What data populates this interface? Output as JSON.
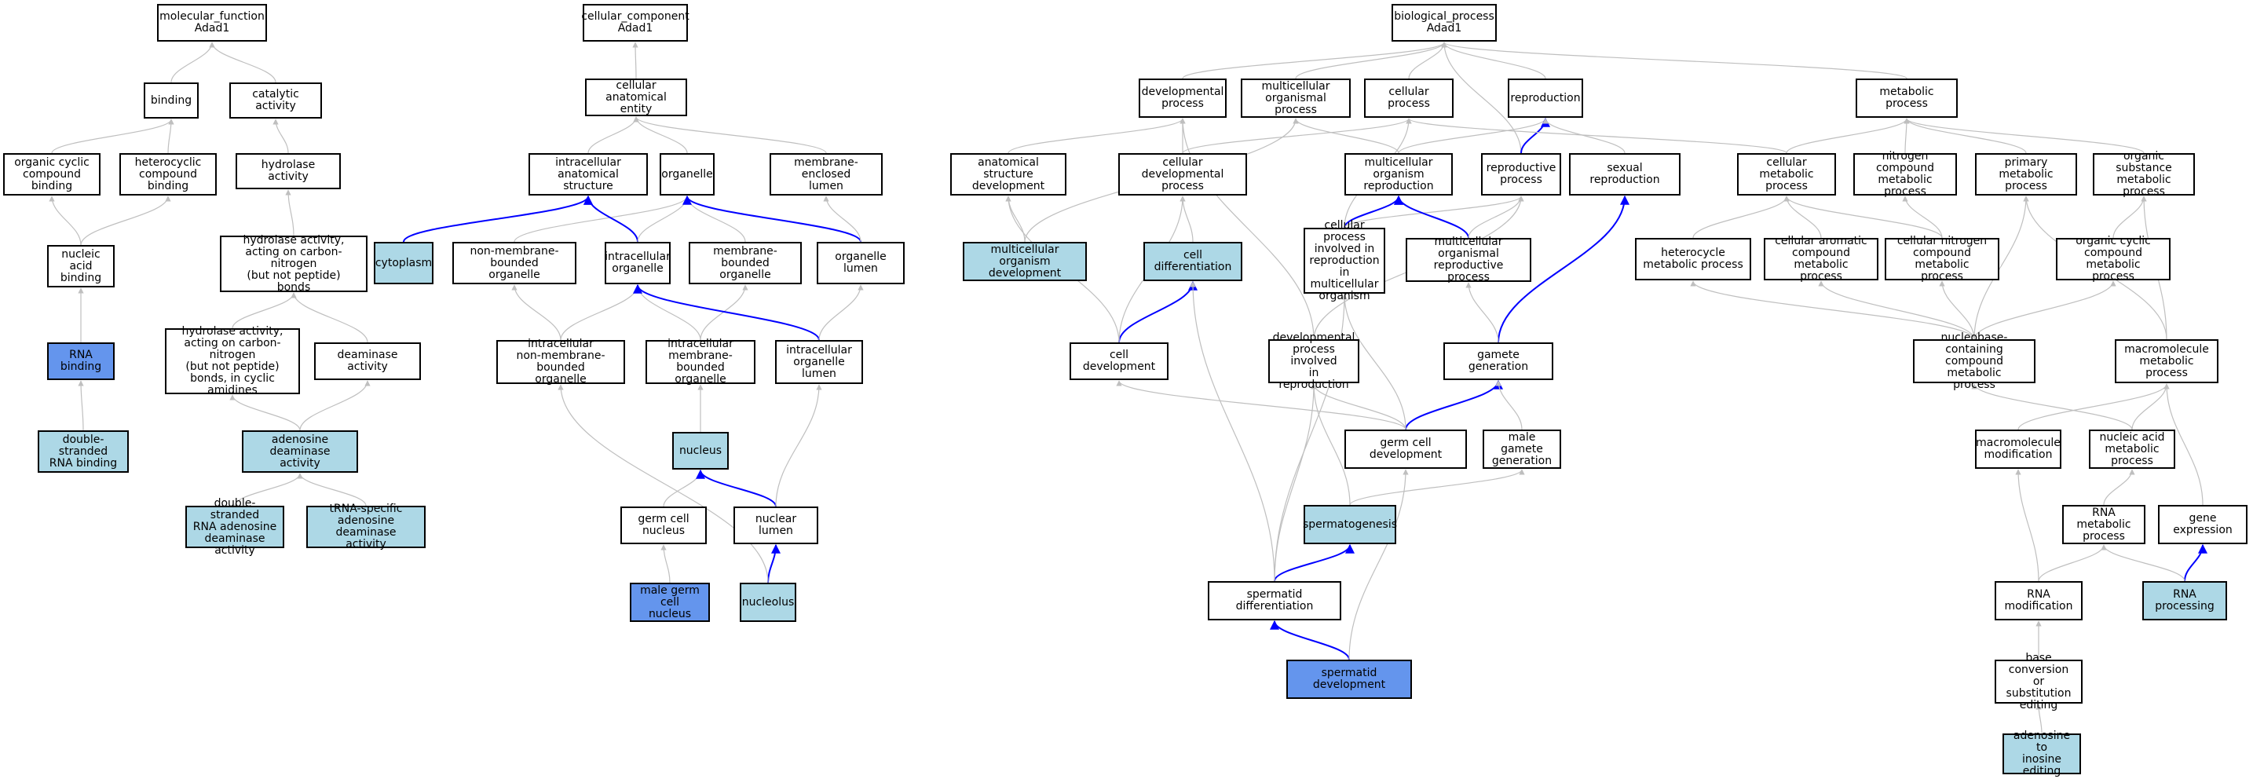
{
  "colors": {
    "edge_default": "#bfbfbf",
    "edge_highlight": "#0000ff",
    "node_plain": "#ffffff",
    "node_annotated": "#add8e6",
    "node_primary": "#6495ed"
  },
  "nodes": [
    {
      "id": "mf_root",
      "label": "molecular_function\nAdad1"
    },
    {
      "id": "binding",
      "label": "binding"
    },
    {
      "id": "catalytic",
      "label": "catalytic activity"
    },
    {
      "id": "org_cyclic_binding",
      "label": "organic cyclic\ncompound binding"
    },
    {
      "id": "heterocyclic_binding",
      "label": "heterocyclic\ncompound binding"
    },
    {
      "id": "hydrolase",
      "label": "hydrolase activity"
    },
    {
      "id": "nucleic_acid_binding",
      "label": "nucleic acid\nbinding"
    },
    {
      "id": "hydrolase_cn",
      "label": "hydrolase activity,\nacting on carbon-nitrogen\n(but not peptide)\nbonds"
    },
    {
      "id": "rna_binding",
      "label": "RNA binding",
      "style": "strong"
    },
    {
      "id": "hydrolase_cn_cyclic",
      "label": "hydrolase activity,\nacting on carbon-nitrogen\n(but not peptide)\nbonds, in cyclic\namidines"
    },
    {
      "id": "deaminase",
      "label": "deaminase activity"
    },
    {
      "id": "ds_rna_binding",
      "label": "double-stranded\nRNA binding",
      "style": "light"
    },
    {
      "id": "adenosine_deaminase",
      "label": "adenosine deaminase\nactivity",
      "style": "light"
    },
    {
      "id": "ds_rna_adenosine",
      "label": "double-stranded\nRNA adenosine\ndeaminase activity",
      "style": "light"
    },
    {
      "id": "trna_adenosine",
      "label": "tRNA-specific\nadenosine deaminase\nactivity",
      "style": "light"
    },
    {
      "id": "cc_root",
      "label": "cellular_component\nAdad1"
    },
    {
      "id": "cell_anat_entity",
      "label": "cellular anatomical\nentity"
    },
    {
      "id": "intracell_anat",
      "label": "intracellular\nanatomical structure"
    },
    {
      "id": "organelle",
      "label": "organelle"
    },
    {
      "id": "membrane_enclosed",
      "label": "membrane-enclosed\nlumen"
    },
    {
      "id": "cytoplasm",
      "label": "cytoplasm",
      "style": "light"
    },
    {
      "id": "non_membrane_org",
      "label": "non-membrane-bounded\norganelle"
    },
    {
      "id": "intracell_org",
      "label": "intracellular\norganelle"
    },
    {
      "id": "membrane_bounded_org",
      "label": "membrane-bounded\norganelle"
    },
    {
      "id": "organelle_lumen",
      "label": "organelle lumen"
    },
    {
      "id": "intra_non_membrane",
      "label": "intracellular\nnon-membrane-bounded\norganelle"
    },
    {
      "id": "intra_membrane",
      "label": "intracellular\nmembrane-bounded\norganelle"
    },
    {
      "id": "intra_org_lumen",
      "label": "intracellular\norganelle lumen"
    },
    {
      "id": "nucleus",
      "label": "nucleus",
      "style": "light"
    },
    {
      "id": "germ_cell_nucleus",
      "label": "germ cell nucleus"
    },
    {
      "id": "nuclear_lumen",
      "label": "nuclear lumen"
    },
    {
      "id": "male_germ_nucleus",
      "label": "male germ cell\nnucleus",
      "style": "strong"
    },
    {
      "id": "nucleolus",
      "label": "nucleolus",
      "style": "light"
    },
    {
      "id": "bp_root",
      "label": "biological_process\nAdad1"
    },
    {
      "id": "dev_process",
      "label": "developmental\nprocess"
    },
    {
      "id": "multicell_process",
      "label": "multicellular\norganismal process"
    },
    {
      "id": "cellular_process",
      "label": "cellular process"
    },
    {
      "id": "reproduction",
      "label": "reproduction"
    },
    {
      "id": "metabolic_process",
      "label": "metabolic process"
    },
    {
      "id": "anat_struct_dev",
      "label": "anatomical structure\ndevelopment"
    },
    {
      "id": "cell_dev_process",
      "label": "cellular developmental\nprocess"
    },
    {
      "id": "multicell_repro",
      "label": "multicellular\norganism reproduction"
    },
    {
      "id": "repro_process",
      "label": "reproductive\nprocess"
    },
    {
      "id": "sexual_repro",
      "label": "sexual reproduction"
    },
    {
      "id": "cell_metabolic",
      "label": "cellular metabolic\nprocess"
    },
    {
      "id": "nitrogen_metabolic",
      "label": "nitrogen compound\nmetabolic process"
    },
    {
      "id": "primary_metabolic",
      "label": "primary metabolic\nprocess"
    },
    {
      "id": "organic_subst_metabolic",
      "label": "organic substance\nmetabolic process"
    },
    {
      "id": "multicell_org_dev",
      "label": "multicellular\norganism development",
      "style": "light"
    },
    {
      "id": "cell_diff",
      "label": "cell differentiation",
      "style": "light"
    },
    {
      "id": "cp_in_multicell",
      "label": "cellular process\ninvolved in\nreproduction\nin multicellular\norganism"
    },
    {
      "id": "multicell_repro_process",
      "label": "multicellular\norganismal reproductive\nprocess"
    },
    {
      "id": "heterocycle_metabolic",
      "label": "heterocycle\nmetabolic process"
    },
    {
      "id": "cell_aromatic_metabolic",
      "label": "cellular aromatic\ncompound metabolic\nprocess"
    },
    {
      "id": "cell_nitrogen_metabolic",
      "label": "cellular nitrogen\ncompound metabolic\nprocess"
    },
    {
      "id": "organic_cyclic_metabolic",
      "label": "organic cyclic\ncompound metabolic\nprocess"
    },
    {
      "id": "cell_development",
      "label": "cell development"
    },
    {
      "id": "dev_in_repro",
      "label": "developmental\nprocess involved\nin reproduction"
    },
    {
      "id": "gamete_gen",
      "label": "gamete generation"
    },
    {
      "id": "nucleobase_metabolic",
      "label": "nucleobase-containing\ncompound metabolic\nprocess"
    },
    {
      "id": "macromolecule_metabolic",
      "label": "macromolecule\nmetabolic process"
    },
    {
      "id": "germ_cell_dev",
      "label": "germ cell development"
    },
    {
      "id": "male_gamete_gen",
      "label": "male gamete\ngeneration"
    },
    {
      "id": "macromolecule_mod",
      "label": "macromolecule\nmodification"
    },
    {
      "id": "nucleic_acid_metabolic",
      "label": "nucleic acid\nmetabolic process"
    },
    {
      "id": "spermatogenesis",
      "label": "spermatogenesis",
      "style": "light"
    },
    {
      "id": "rna_metabolic",
      "label": "RNA metabolic\nprocess"
    },
    {
      "id": "gene_expression",
      "label": "gene expression"
    },
    {
      "id": "spermatid_diff",
      "label": "spermatid differentiation"
    },
    {
      "id": "rna_modification",
      "label": "RNA modification"
    },
    {
      "id": "rna_processing",
      "label": "RNA processing",
      "style": "light"
    },
    {
      "id": "spermatid_dev",
      "label": "spermatid development",
      "style": "strong"
    },
    {
      "id": "base_conversion",
      "label": "base conversion\nor substitution\nediting"
    },
    {
      "id": "adenosine_inosine",
      "label": "adenosine to\ninosine editing",
      "style": "light"
    }
  ],
  "edges": [
    {
      "from": "binding",
      "to": "mf_root"
    },
    {
      "from": "catalytic",
      "to": "mf_root"
    },
    {
      "from": "org_cyclic_binding",
      "to": "binding"
    },
    {
      "from": "heterocyclic_binding",
      "to": "binding"
    },
    {
      "from": "hydrolase",
      "to": "catalytic"
    },
    {
      "from": "nucleic_acid_binding",
      "to": "org_cyclic_binding"
    },
    {
      "from": "nucleic_acid_binding",
      "to": "heterocyclic_binding"
    },
    {
      "from": "hydrolase_cn",
      "to": "hydrolase"
    },
    {
      "from": "rna_binding",
      "to": "nucleic_acid_binding"
    },
    {
      "from": "hydrolase_cn_cyclic",
      "to": "hydrolase_cn"
    },
    {
      "from": "deaminase",
      "to": "hydrolase_cn"
    },
    {
      "from": "ds_rna_binding",
      "to": "rna_binding"
    },
    {
      "from": "adenosine_deaminase",
      "to": "hydrolase_cn_cyclic"
    },
    {
      "from": "adenosine_deaminase",
      "to": "deaminase"
    },
    {
      "from": "ds_rna_adenosine",
      "to": "adenosine_deaminase"
    },
    {
      "from": "trna_adenosine",
      "to": "adenosine_deaminase"
    },
    {
      "from": "cell_anat_entity",
      "to": "cc_root"
    },
    {
      "from": "intracell_anat",
      "to": "cell_anat_entity"
    },
    {
      "from": "organelle",
      "to": "cell_anat_entity"
    },
    {
      "from": "membrane_enclosed",
      "to": "cell_anat_entity"
    },
    {
      "from": "cytoplasm",
      "to": "intracell_anat",
      "highlight": true
    },
    {
      "from": "non_membrane_org",
      "to": "organelle"
    },
    {
      "from": "intracell_org",
      "to": "intracell_anat",
      "highlight": true
    },
    {
      "from": "intracell_org",
      "to": "organelle"
    },
    {
      "from": "membrane_bounded_org",
      "to": "organelle"
    },
    {
      "from": "organelle_lumen",
      "to": "organelle",
      "highlight": true
    },
    {
      "from": "organelle_lumen",
      "to": "membrane_enclosed"
    },
    {
      "from": "intra_non_membrane",
      "to": "non_membrane_org"
    },
    {
      "from": "intra_non_membrane",
      "to": "intracell_org"
    },
    {
      "from": "intra_membrane",
      "to": "intracell_org"
    },
    {
      "from": "intra_membrane",
      "to": "membrane_bounded_org"
    },
    {
      "from": "intra_org_lumen",
      "to": "intracell_org",
      "highlight": true
    },
    {
      "from": "intra_org_lumen",
      "to": "organelle_lumen"
    },
    {
      "from": "nucleus",
      "to": "intra_membrane"
    },
    {
      "from": "germ_cell_nucleus",
      "to": "nucleus"
    },
    {
      "from": "nuclear_lumen",
      "to": "nucleus",
      "highlight": true
    },
    {
      "from": "nuclear_lumen",
      "to": "intra_org_lumen"
    },
    {
      "from": "male_germ_nucleus",
      "to": "germ_cell_nucleus"
    },
    {
      "from": "nucleolus",
      "to": "nuclear_lumen",
      "highlight": true
    },
    {
      "from": "nucleolus",
      "to": "intra_non_membrane"
    },
    {
      "from": "dev_process",
      "to": "bp_root"
    },
    {
      "from": "multicell_process",
      "to": "bp_root"
    },
    {
      "from": "cellular_process",
      "to": "bp_root"
    },
    {
      "from": "reproduction",
      "to": "bp_root"
    },
    {
      "from": "metabolic_process",
      "to": "bp_root"
    },
    {
      "from": "repro_process",
      "to": "bp_root"
    },
    {
      "from": "anat_struct_dev",
      "to": "dev_process"
    },
    {
      "from": "cell_dev_process",
      "to": "dev_process"
    },
    {
      "from": "cell_dev_process",
      "to": "cellular_process"
    },
    {
      "from": "multicell_repro",
      "to": "multicell_process"
    },
    {
      "from": "multicell_repro",
      "to": "reproduction"
    },
    {
      "from": "repro_process",
      "to": "reproduction",
      "highlight": true
    },
    {
      "from": "sexual_repro",
      "to": "reproduction"
    },
    {
      "from": "cell_metabolic",
      "to": "metabolic_process"
    },
    {
      "from": "cell_metabolic",
      "to": "cellular_process"
    },
    {
      "from": "nitrogen_metabolic",
      "to": "metabolic_process"
    },
    {
      "from": "primary_metabolic",
      "to": "metabolic_process"
    },
    {
      "from": "organic_subst_metabolic",
      "to": "metabolic_process"
    },
    {
      "from": "multicell_org_dev",
      "to": "anat_struct_dev"
    },
    {
      "from": "multicell_org_dev",
      "to": "multicell_process"
    },
    {
      "from": "cell_diff",
      "to": "cell_dev_process"
    },
    {
      "from": "cp_in_multicell",
      "to": "multicell_repro",
      "highlight": true
    },
    {
      "from": "cp_in_multicell",
      "to": "repro_process"
    },
    {
      "from": "cp_in_multicell",
      "to": "cellular_process"
    },
    {
      "from": "multicell_repro_process",
      "to": "multicell_repro",
      "highlight": true
    },
    {
      "from": "multicell_repro_process",
      "to": "repro_process"
    },
    {
      "from": "heterocycle_metabolic",
      "to": "cell_metabolic"
    },
    {
      "from": "cell_aromatic_metabolic",
      "to": "cell_metabolic"
    },
    {
      "from": "cell_nitrogen_metabolic",
      "to": "cell_metabolic"
    },
    {
      "from": "cell_nitrogen_metabolic",
      "to": "nitrogen_metabolic"
    },
    {
      "from": "organic_cyclic_metabolic",
      "to": "organic_subst_metabolic"
    },
    {
      "from": "cell_development",
      "to": "cell_diff",
      "highlight": true
    },
    {
      "from": "cell_development",
      "to": "anat_struct_dev"
    },
    {
      "from": "cell_development",
      "to": "cell_dev_process"
    },
    {
      "from": "dev_in_repro",
      "to": "repro_process"
    },
    {
      "from": "dev_in_repro",
      "to": "dev_process"
    },
    {
      "from": "gamete_gen",
      "to": "sexual_repro",
      "highlight": true
    },
    {
      "from": "gamete_gen",
      "to": "multicell_repro_process"
    },
    {
      "from": "nucleobase_metabolic",
      "to": "heterocycle_metabolic"
    },
    {
      "from": "nucleobase_metabolic",
      "to": "cell_aromatic_metabolic"
    },
    {
      "from": "nucleobase_metabolic",
      "to": "cell_nitrogen_metabolic"
    },
    {
      "from": "nucleobase_metabolic",
      "to": "organic_cyclic_metabolic"
    },
    {
      "from": "nucleobase_metabolic",
      "to": "primary_metabolic"
    },
    {
      "from": "macromolecule_metabolic",
      "to": "primary_metabolic"
    },
    {
      "from": "macromolecule_metabolic",
      "to": "organic_subst_metabolic"
    },
    {
      "from": "germ_cell_dev",
      "to": "gamete_gen",
      "highlight": true
    },
    {
      "from": "germ_cell_dev",
      "to": "cell_development"
    },
    {
      "from": "germ_cell_dev",
      "to": "dev_in_repro"
    },
    {
      "from": "germ_cell_dev",
      "to": "cp_in_multicell"
    },
    {
      "from": "male_gamete_gen",
      "to": "gamete_gen"
    },
    {
      "from": "macromolecule_mod",
      "to": "macromolecule_metabolic"
    },
    {
      "from": "nucleic_acid_metabolic",
      "to": "macromolecule_metabolic"
    },
    {
      "from": "nucleic_acid_metabolic",
      "to": "nucleobase_metabolic"
    },
    {
      "from": "spermatogenesis",
      "to": "male_gamete_gen"
    },
    {
      "from": "spermatogenesis",
      "to": "dev_in_repro"
    },
    {
      "from": "rna_metabolic",
      "to": "nucleic_acid_metabolic"
    },
    {
      "from": "gene_expression",
      "to": "macromolecule_metabolic"
    },
    {
      "from": "spermatid_diff",
      "to": "spermatogenesis",
      "highlight": true
    },
    {
      "from": "spermatid_diff",
      "to": "cell_diff"
    },
    {
      "from": "spermatid_diff",
      "to": "dev_in_repro"
    },
    {
      "from": "spermatid_diff",
      "to": "cp_in_multicell"
    },
    {
      "from": "rna_modification",
      "to": "rna_metabolic"
    },
    {
      "from": "rna_modification",
      "to": "macromolecule_mod"
    },
    {
      "from": "rna_processing",
      "to": "gene_expression",
      "highlight": true
    },
    {
      "from": "rna_processing",
      "to": "rna_metabolic"
    },
    {
      "from": "spermatid_dev",
      "to": "spermatid_diff",
      "highlight": true
    },
    {
      "from": "spermatid_dev",
      "to": "germ_cell_dev"
    },
    {
      "from": "base_conversion",
      "to": "rna_modification"
    },
    {
      "from": "adenosine_inosine",
      "to": "base_conversion"
    }
  ]
}
